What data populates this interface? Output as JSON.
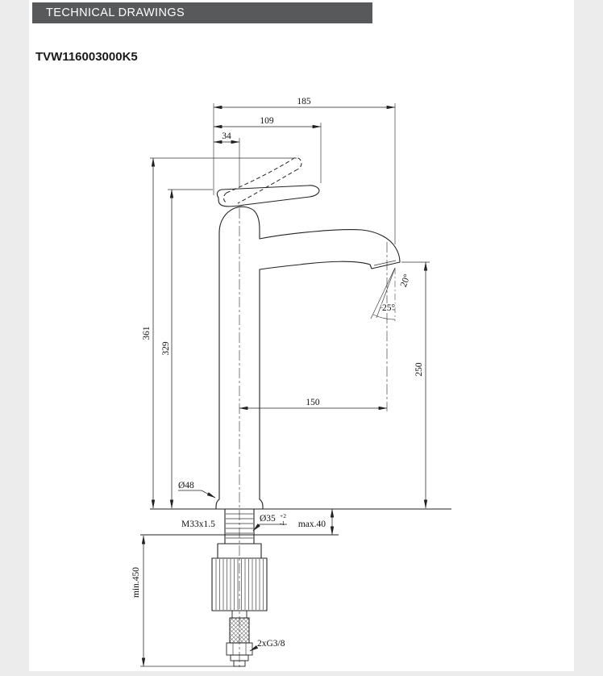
{
  "header": {
    "title": "TECHNICAL DRAWINGS"
  },
  "product": {
    "code": "TVW116003000K5"
  },
  "colors": {
    "header_bg": "#58595b",
    "line": "#222222"
  },
  "dims": {
    "total_length": "185",
    "handle_length": "109",
    "axis_offset": "34",
    "total_height": "361",
    "handle_height": "329",
    "outlet_height": "250",
    "spout_reach": "150",
    "base_diameter": "Ø48",
    "thread_spec": "M33x1.5",
    "hole_diameter": "Ø35",
    "hole_tol_plus": "+2",
    "hole_tol_minus": "-1",
    "deck_max": "max.40",
    "hose_min": "min.450",
    "hose_connection": "2xG3/8",
    "angle_outer": "20°",
    "angle_inner": "25°"
  }
}
